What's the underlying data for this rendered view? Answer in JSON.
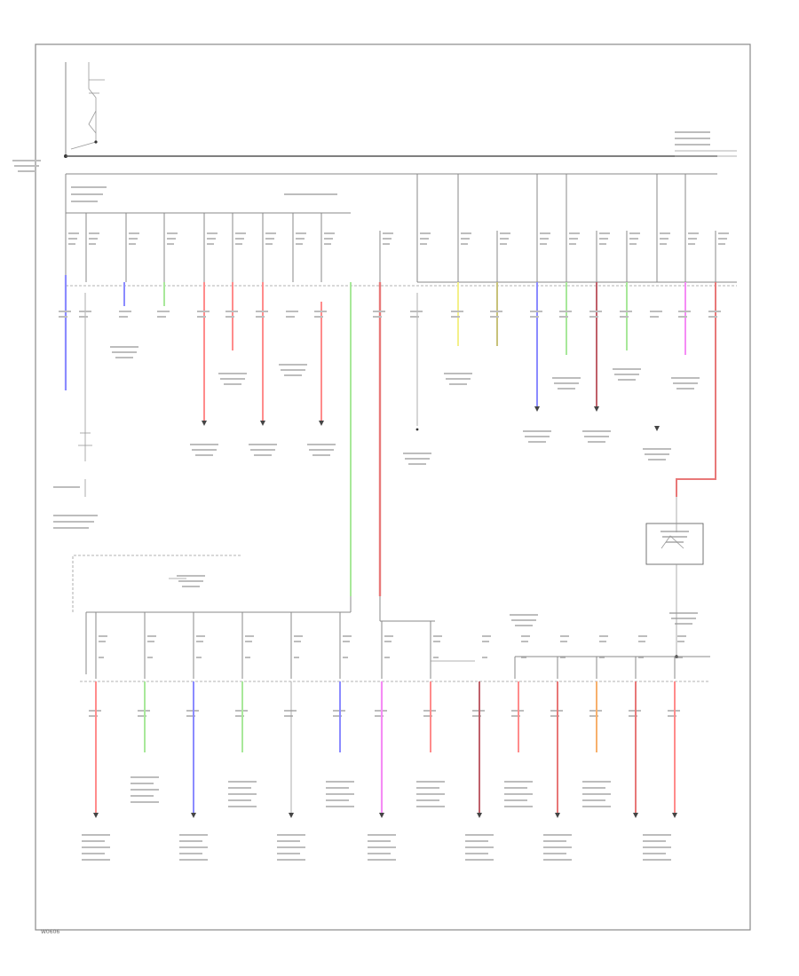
{
  "diagram_ref": "W0606",
  "colors": {
    "blue": "#8b8bff",
    "pink": "#ff8c8c",
    "light_pink": "#ffaaaa",
    "green": "#a8e89a",
    "yellow": "#f4f08a",
    "olive": "#c8c27a",
    "magenta": "#f58cf5",
    "orange": "#f7b06c",
    "brown": "#c0606a",
    "red": "#e87878",
    "wire": "#888888"
  },
  "wire_legend": [
    {
      "name": "blue",
      "color": "#8b8bff"
    },
    {
      "name": "pink",
      "color": "#ff8c8c"
    },
    {
      "name": "green",
      "color": "#a8e89a"
    },
    {
      "name": "yellow",
      "color": "#f4f08a"
    },
    {
      "name": "olive",
      "color": "#c8c27a"
    },
    {
      "name": "magenta",
      "color": "#f58cf5"
    },
    {
      "name": "orange",
      "color": "#f7b06c"
    },
    {
      "name": "brown",
      "color": "#c0606a"
    }
  ]
}
